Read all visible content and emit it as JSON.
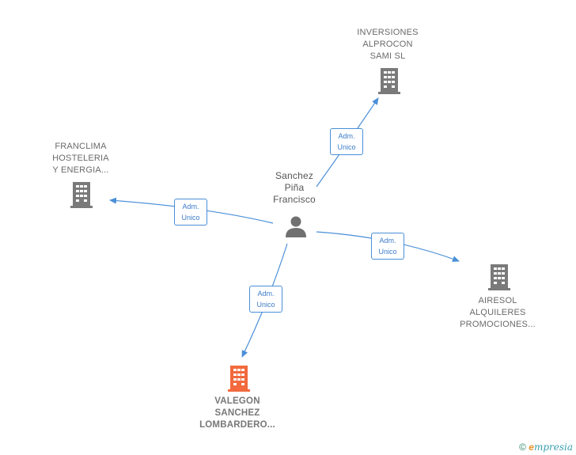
{
  "center": {
    "name_lines": [
      "Sanchez",
      "Piña",
      "Francisco"
    ],
    "icon": "person-icon"
  },
  "companies": {
    "inversiones": {
      "lines": [
        "INVERSIONES",
        "ALPROCON",
        "SAMI SL"
      ],
      "icon": "building-icon",
      "color": "#7a7a7a"
    },
    "franclima": {
      "lines": [
        "FRANCLIMA",
        "HOSTELERIA",
        "Y ENERGIA..."
      ],
      "icon": "building-icon",
      "color": "#7a7a7a"
    },
    "airesol": {
      "lines": [
        "AIRESOL",
        "ALQUILERES",
        "PROMOCIONES..."
      ],
      "icon": "building-icon",
      "color": "#7a7a7a"
    },
    "valegon": {
      "lines": [
        "VALEGON",
        "SANCHEZ",
        "LOMBARDERO..."
      ],
      "icon": "building-icon",
      "color": "#f26a3d"
    }
  },
  "edges": {
    "inversiones": [
      "Adm.",
      "Unico"
    ],
    "franclima": [
      "Adm.",
      "Unico"
    ],
    "airesol": [
      "Adm.",
      "Unico"
    ],
    "valegon": [
      "Adm.",
      "Unico"
    ]
  },
  "colors": {
    "edge": "#4a8fd8",
    "person": "#707070"
  },
  "footer": {
    "copyright": "©",
    "brand": "mpresia",
    "brand_initial": "e"
  }
}
